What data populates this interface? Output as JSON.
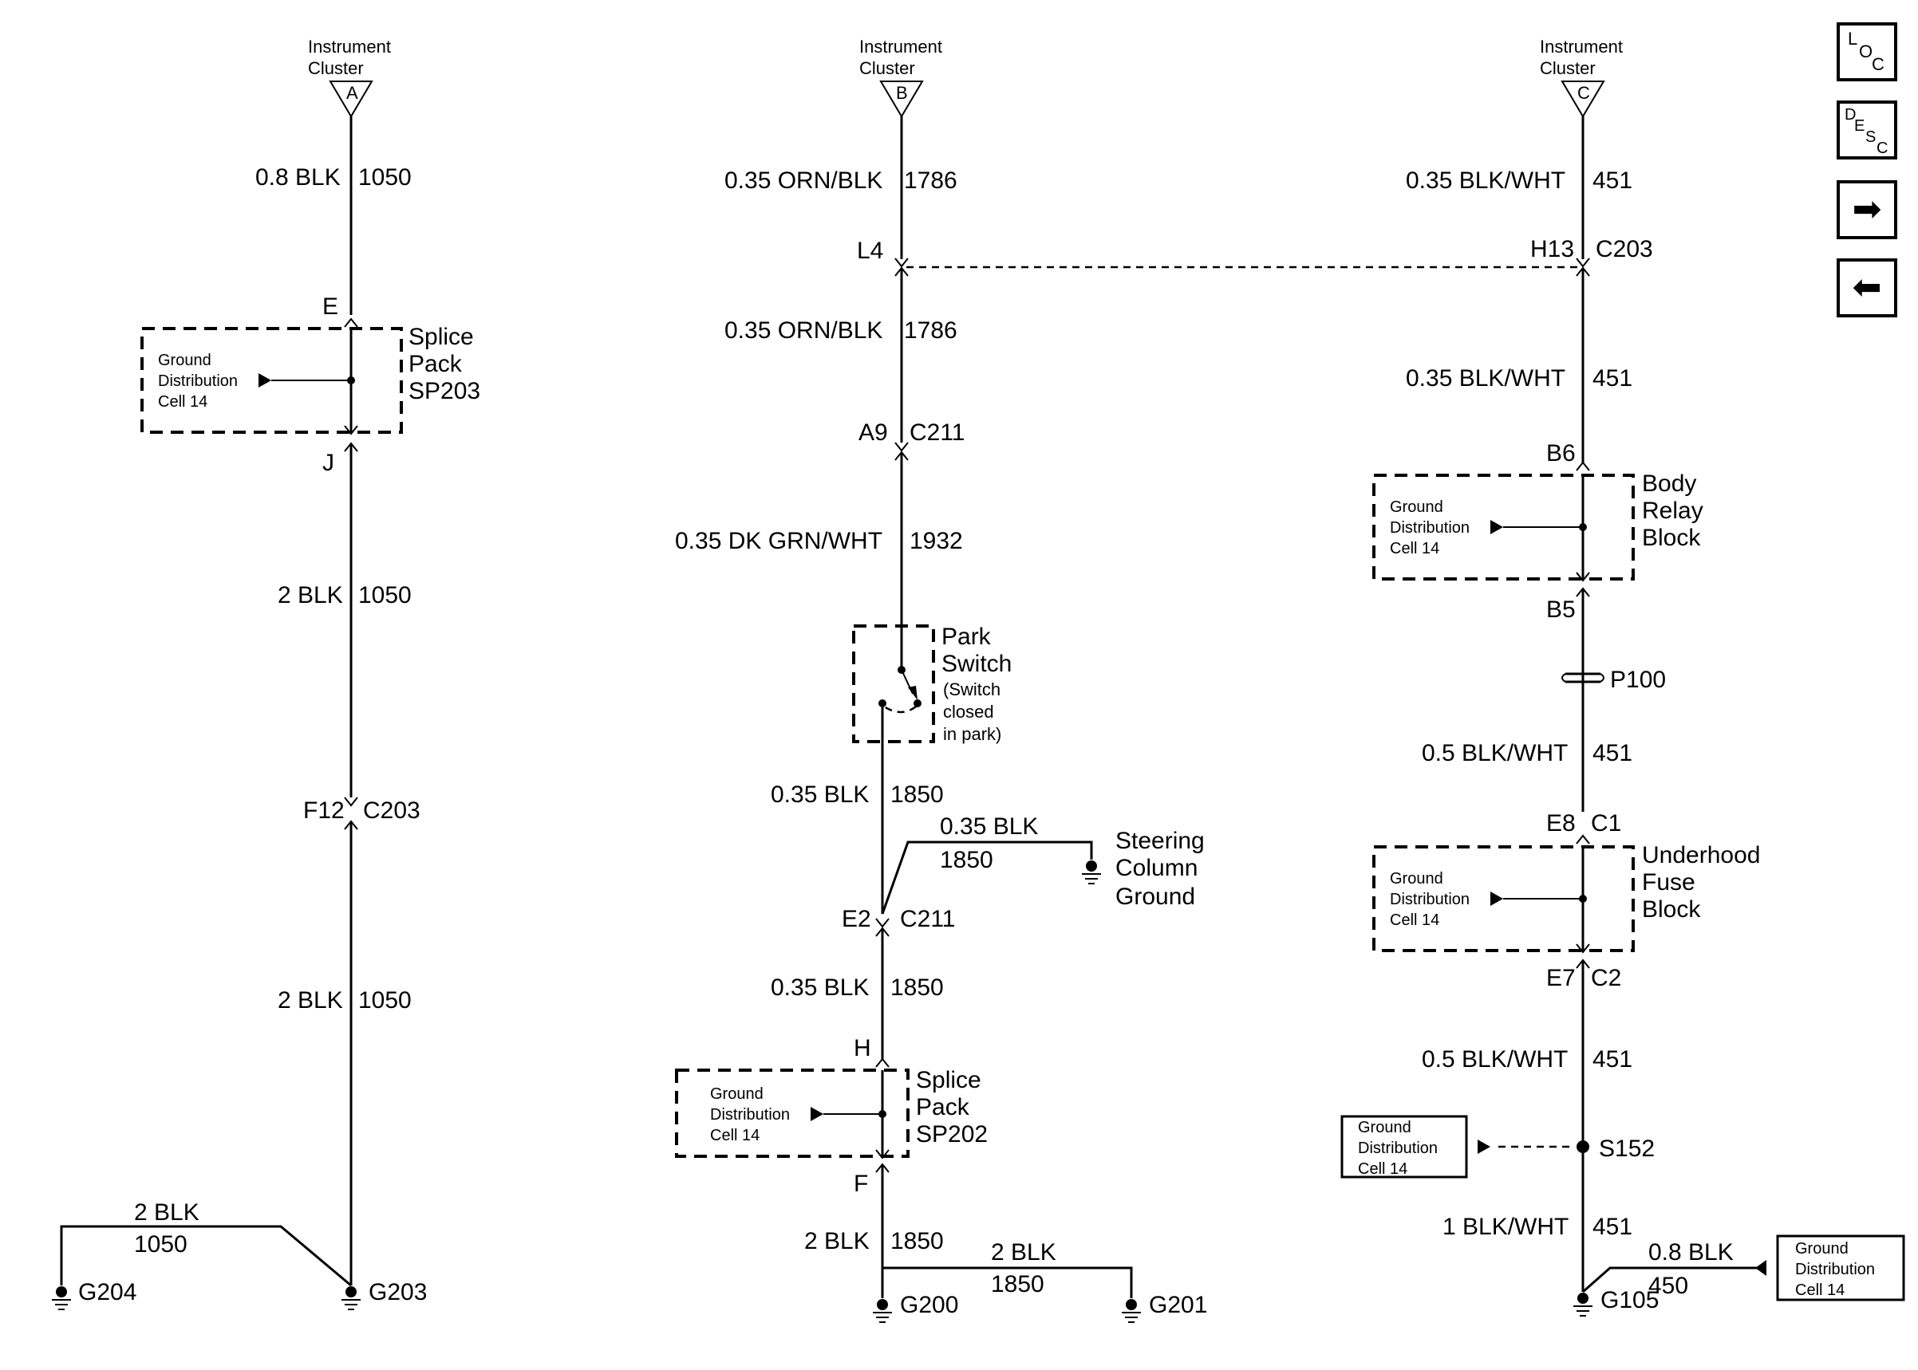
{
  "cluster_header": "Instrument",
  "cluster_header2": "Cluster",
  "cluster_pins": [
    "A",
    "B",
    "C"
  ],
  "gdc_l1": "Ground",
  "gdc_l2": "Distribution",
  "gdc_l3": "Cell 14",
  "col_a": {
    "wire1_gauge": "0.8 BLK",
    "wire1_circuit": "1050",
    "pin_top": "E",
    "pin_bot": "J",
    "splice_l1": "Splice",
    "splice_l2": "Pack",
    "splice_l3": "SP203",
    "wire2_gauge": "2 BLK",
    "wire2_circuit": "1050",
    "conn_pin": "F12",
    "conn_id": "C203",
    "wire3_gauge": "2 BLK",
    "wire3_circuit": "1050",
    "branch_gauge": "2 BLK",
    "branch_circuit": "1050",
    "ground_left": "G204",
    "ground_main": "G203"
  },
  "col_b": {
    "wire1_gauge": "0.35 ORN/BLK",
    "wire1_circuit": "1786",
    "conn1_pin": "L4",
    "wire2_gauge": "0.35 ORN/BLK",
    "wire2_circuit": "1786",
    "conn2_pin": "A9",
    "conn2_id": "C211",
    "wire3_gauge": "0.35 DK GRN/WHT",
    "wire3_circuit": "1932",
    "switch_l1": "Park",
    "switch_l2": "Switch",
    "switch_l3": "(Switch",
    "switch_l4": "closed",
    "switch_l5": "in park)",
    "wire4_gauge": "0.35 BLK",
    "wire4_circuit": "1850",
    "branch_gauge": "0.35 BLK",
    "branch_circuit": "1850",
    "steer_l1": "Steering",
    "steer_l2": "Column",
    "steer_l3": "Ground",
    "conn3_pin": "E2",
    "conn3_id": "C211",
    "wire5_gauge": "0.35 BLK",
    "wire5_circuit": "1850",
    "pin_top": "H",
    "pin_bot": "F",
    "splice_l1": "Splice",
    "splice_l2": "Pack",
    "splice_l3": "SP202",
    "wire6_gauge": "2 BLK",
    "wire6_circuit": "1850",
    "branch2_gauge": "2 BLK",
    "branch2_circuit": "1850",
    "ground_main": "G200",
    "ground_right": "G201"
  },
  "col_c": {
    "wire1_gauge": "0.35 BLK/WHT",
    "wire1_circuit": "451",
    "conn1_pin": "H13",
    "conn1_id": "C203",
    "wire2_gauge": "0.35 BLK/WHT",
    "wire2_circuit": "451",
    "relay_pin_top": "B6",
    "relay_pin_bot": "B5",
    "relay_l1": "Body",
    "relay_l2": "Relay",
    "relay_l3": "Block",
    "pass_id": "P100",
    "wire3_gauge": "0.5 BLK/WHT",
    "wire3_circuit": "451",
    "fuse_pin_top": "E8",
    "fuse_conn_top": "C1",
    "fuse_pin_bot": "E7",
    "fuse_conn_bot": "C2",
    "fuse_l1": "Underhood",
    "fuse_l2": "Fuse",
    "fuse_l3": "Block",
    "wire4_gauge": "0.5 BLK/WHT",
    "wire4_circuit": "451",
    "splice_id": "S152",
    "wire5_gauge": "1 BLK/WHT",
    "wire5_circuit": "451",
    "branch_gauge": "0.8 BLK",
    "branch_circuit": "450",
    "ground_main": "G105"
  },
  "nav": {
    "loc_l": "L",
    "loc_o": "O",
    "loc_c": "C",
    "desc_d": "D",
    "desc_e": "E",
    "desc_s": "S",
    "desc_c": "C",
    "next_arrow": "➡",
    "prev_arrow": "⬅"
  }
}
